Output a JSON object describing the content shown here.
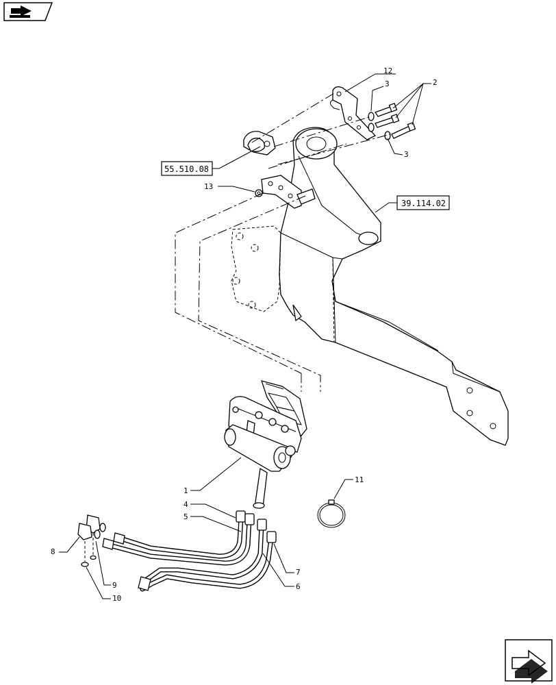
{
  "reference_labels": {
    "ref_55_510_08": "55.510.08",
    "ref_39_114_02": "39.114.02"
  },
  "callouts": {
    "c1": "1",
    "c2": "2",
    "c3a": "3",
    "c3b": "3",
    "c4": "4",
    "c5": "5",
    "c6": "6",
    "c7": "7",
    "c8": "8",
    "c9": "9",
    "c10": "10",
    "c11": "11",
    "c12": "12",
    "c13": "13"
  },
  "icons": {
    "top_left": "book-arrow-icon",
    "bottom_right": "next-page-arrow-icon"
  }
}
